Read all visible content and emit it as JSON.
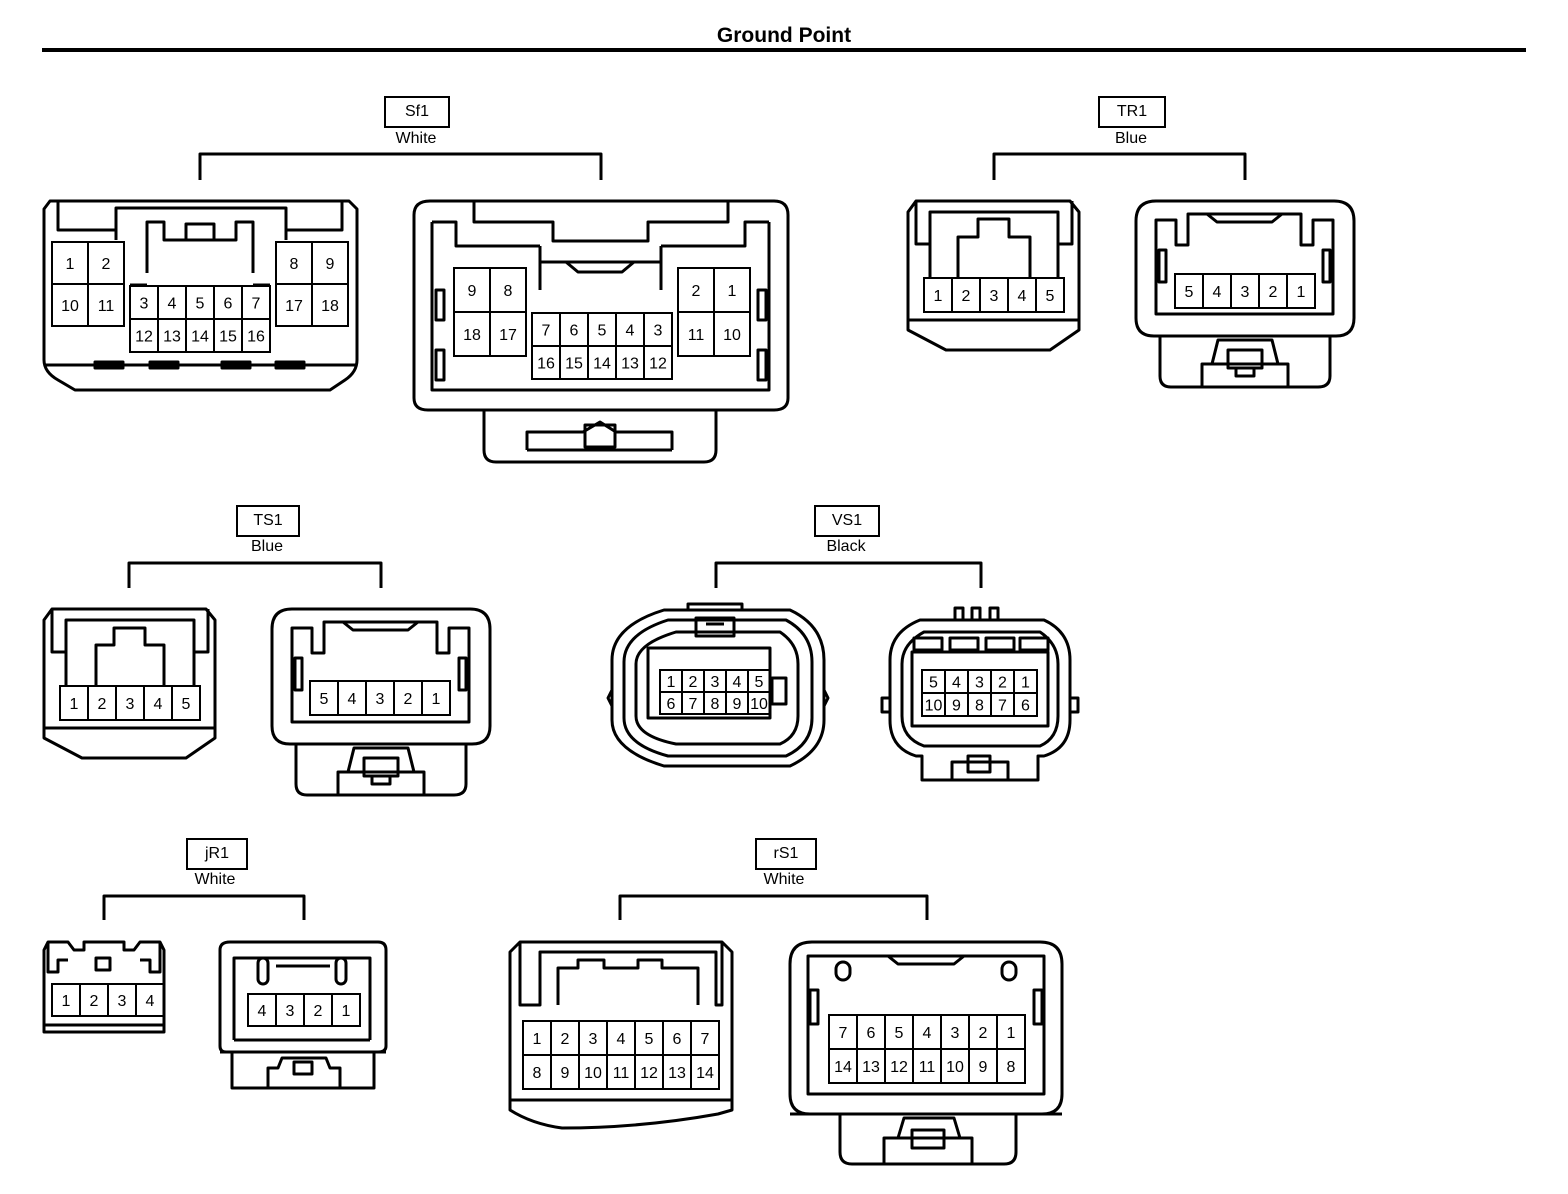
{
  "title": "Ground Point",
  "connectors": [
    {
      "code": "Sf1",
      "color": "White",
      "left": {
        "rows": [
          [
            "1",
            "2"
          ],
          [
            "10",
            "11"
          ]
        ],
        "mid": [
          [
            "3",
            "4",
            "5",
            "6",
            "7"
          ],
          [
            "12",
            "13",
            "14",
            "15",
            "16"
          ]
        ],
        "right": [
          [
            "8",
            "9"
          ],
          [
            "17",
            "18"
          ]
        ]
      },
      "right_view": {
        "rows": [
          [
            "9",
            "8"
          ],
          [
            "18",
            "17"
          ]
        ],
        "mid": [
          [
            "7",
            "6",
            "5",
            "4",
            "3"
          ],
          [
            "16",
            "15",
            "14",
            "13",
            "12"
          ]
        ],
        "right": [
          [
            "2",
            "1"
          ],
          [
            "11",
            "10"
          ]
        ]
      }
    },
    {
      "code": "TR1",
      "color": "Blue",
      "left": {
        "rows": [
          [
            "1",
            "2",
            "3",
            "4",
            "5"
          ]
        ]
      },
      "right_view": {
        "rows": [
          [
            "5",
            "4",
            "3",
            "2",
            "1"
          ]
        ]
      }
    },
    {
      "code": "TS1",
      "color": "Blue",
      "left": {
        "rows": [
          [
            "1",
            "2",
            "3",
            "4",
            "5"
          ]
        ]
      },
      "right_view": {
        "rows": [
          [
            "5",
            "4",
            "3",
            "2",
            "1"
          ]
        ]
      }
    },
    {
      "code": "VS1",
      "color": "Black",
      "left": {
        "rows": [
          [
            "1",
            "2",
            "3",
            "4",
            "5"
          ],
          [
            "6",
            "7",
            "8",
            "9",
            "10"
          ]
        ]
      },
      "right_view": {
        "rows": [
          [
            "5",
            "4",
            "3",
            "2",
            "1"
          ],
          [
            "10",
            "9",
            "8",
            "7",
            "6"
          ]
        ]
      }
    },
    {
      "code": "jR1",
      "color": "White",
      "left": {
        "rows": [
          [
            "1",
            "2",
            "3",
            "4"
          ]
        ]
      },
      "right_view": {
        "rows": [
          [
            "4",
            "3",
            "2",
            "1"
          ]
        ]
      }
    },
    {
      "code": "rS1",
      "color": "White",
      "left": {
        "rows": [
          [
            "1",
            "2",
            "3",
            "4",
            "5",
            "6",
            "7"
          ],
          [
            "8",
            "9",
            "10",
            "11",
            "12",
            "13",
            "14"
          ]
        ]
      },
      "right_view": {
        "rows": [
          [
            "7",
            "6",
            "5",
            "4",
            "3",
            "2",
            "1"
          ],
          [
            "14",
            "13",
            "12",
            "11",
            "10",
            "9",
            "8"
          ]
        ]
      }
    }
  ]
}
